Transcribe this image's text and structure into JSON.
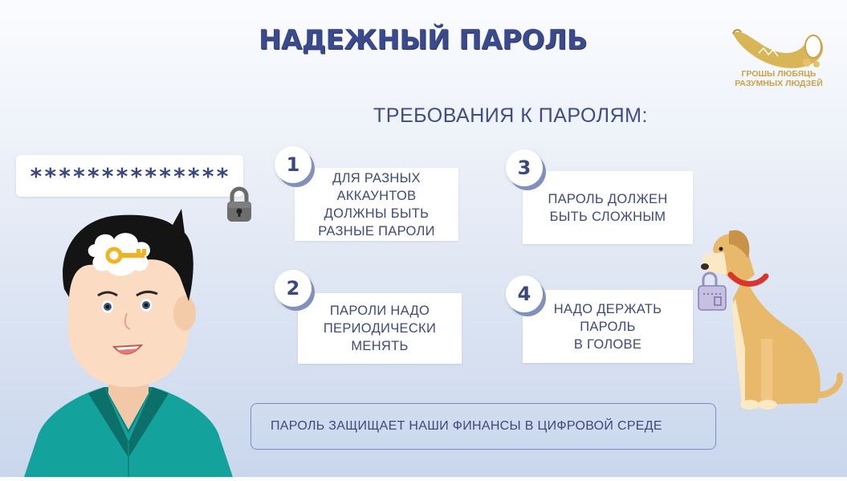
{
  "title": "НАДЕЖНЫЙ ПАРОЛЬ",
  "subtitle": "ТРЕБОВАНИЯ К ПАРОЛЯМ:",
  "password_mask": "**************",
  "logo": {
    "line1": "ГРОШЫ ЛЮБЯЦЬ",
    "line2": "РАЗУМНЫХ ЛЮДЗЕЙ",
    "color": "#c9a447"
  },
  "requirements": [
    {
      "number": "1",
      "text": "ДЛЯ РАЗНЫХ\nАККАУНТОВ\nДОЛЖНЫ БЫТЬ\nРАЗНЫЕ ПАРОЛИ"
    },
    {
      "number": "2",
      "text": "ПАРОЛИ НАДО\nПЕРИОДИЧЕСКИ\nМЕНЯТЬ"
    },
    {
      "number": "3",
      "text": "ПАРОЛЬ ДОЛЖЕН\nБЫТЬ  СЛОЖНЫМ"
    },
    {
      "number": "4",
      "text": "НАДО ДЕРЖАТЬ\nПАРОЛЬ\nВ  ГОЛОВЕ"
    }
  ],
  "footer": "ПАРОЛЬ ЗАЩИЩАЕТ НАШИ ФИНАНСЫ В  ЦИФРОВОЙ СРЕДЕ",
  "colors": {
    "title": "#3b4a8c",
    "text": "#3e4a7a",
    "badge_shadow": "#8190bd",
    "shirt": "#14a39c",
    "key": "#f2b320",
    "dog_fur": "#e9b96b",
    "dog_collar": "#d9352b"
  }
}
